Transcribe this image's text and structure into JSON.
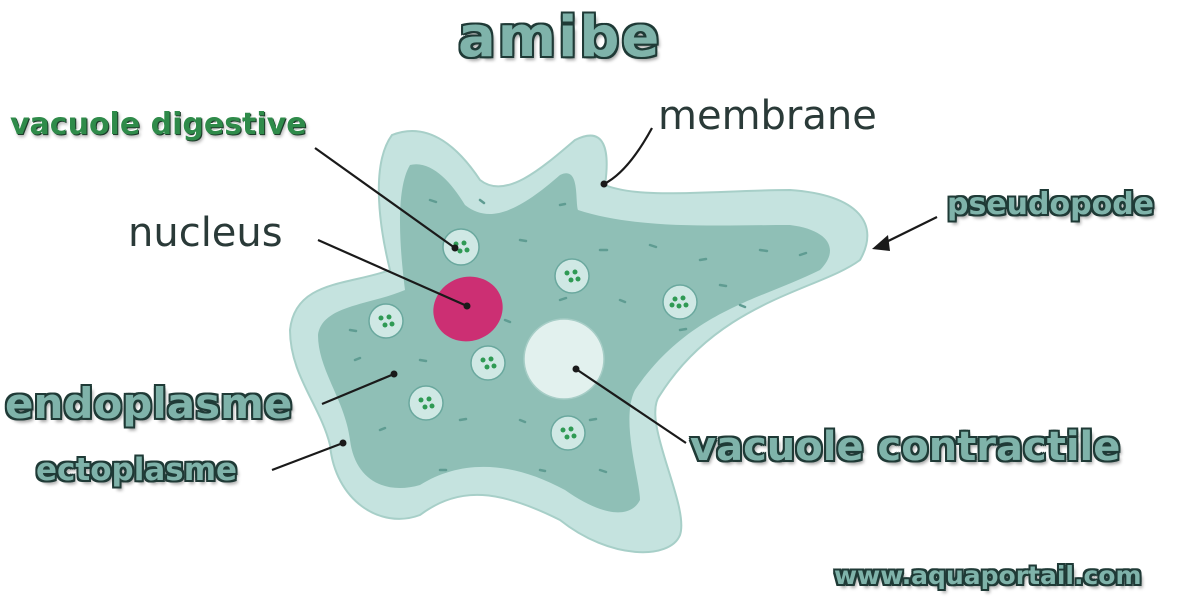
{
  "title": "amibe",
  "labels": {
    "vacuole_digestive": "vacuole digestive",
    "membrane": "membrane",
    "pseudopode": "pseudopode",
    "nucleus": "nucleus",
    "endoplasme": "endoplasme",
    "ectoplasme": "ectoplasme",
    "vacuole_contractile": "vacuole contractile"
  },
  "watermark": "www.aquaportail.com",
  "colors": {
    "ectoplasm": "#c5e3df",
    "endoplasm": "#8fbfb6",
    "nucleus": "#cc2f73",
    "vacuole_contractile": "#e2f1ee",
    "food_particles": "#2f9a54",
    "label_fill": "#7fb3aa",
    "label_green": "#2f8b4a"
  }
}
